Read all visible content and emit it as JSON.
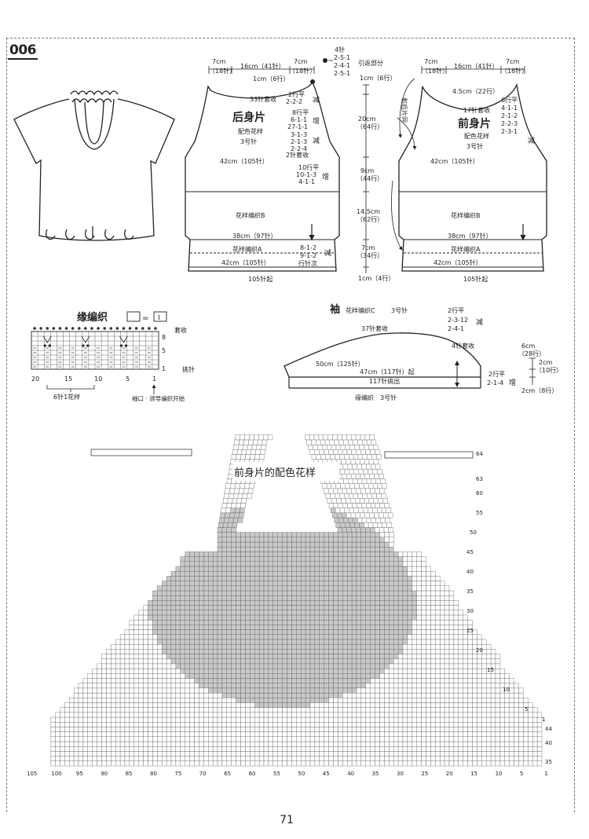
{
  "pattern_no": "006",
  "back": {
    "title": "后身片",
    "pattern": "配色花样",
    "needle": "3号针",
    "w_left": "7cm",
    "w_left_n": "（18针）",
    "w_mid": "16cm（41针）",
    "w_right": "7cm",
    "w_right_n": "（18针）",
    "neck_depth": "1cm（6行）",
    "neck_cast": "33针套收",
    "neck_dec_1": "2行平",
    "neck_dec_2": "2-2-2",
    "neck_dec_mark": "减",
    "inc_1": "8行平",
    "inc_2": "6-1-1",
    "inc_3": "27-1-1",
    "inc_mark": "增",
    "dec_1": "3-1-3",
    "dec_2": "2-1-3",
    "dec_3": "2-2-4",
    "dec_mark": "减",
    "arm_cast": "2针套收",
    "width_42": "42cm（105针）",
    "side_1": "10行平",
    "side_2": "10-1-3",
    "side_3": "4-1-1",
    "side_mark": "增",
    "pattern_b": "花样编织B",
    "width_38": "38cm（97针）",
    "pattern_a": "花样编织A",
    "hem_1": "8-1-2",
    "hem_2": "9-1-2",
    "hem_3": "行针次",
    "hem_mark": "减",
    "width_bottom": "42cm（105针）",
    "cast_on": "105针起"
  },
  "short_rows": {
    "stitches": "4针",
    "r1": "2-5-1",
    "r2": "2-4-1",
    "r3": "2-5-1",
    "label": "引返部分"
  },
  "vertical": {
    "v1": "1cm（6行）",
    "v2": "20cm",
    "v2n": "（64行）",
    "v3": "9cm",
    "v3n": "（44行）",
    "v4": "14.5cm",
    "v4n": "（62行）",
    "v5": "7cm",
    "v5n": "（34行）",
    "v6": "1cm（4行）"
  },
  "join_note": "和后片同",
  "front": {
    "title": "前身片",
    "pattern": "配色花样",
    "needle": "3号针",
    "w_left": "7cm",
    "w_left_n": "（18针）",
    "w_mid": "16cm（41针）",
    "w_right": "7cm",
    "w_right_n": "（18针）",
    "neck_depth": "4.5cm（22行）",
    "neck_cast": "17针套收",
    "nd_1": "6行平",
    "nd_2": "4-1-1",
    "nd_3": "2-1-2",
    "nd_4": "2-2-3",
    "nd_5": "2-3-1",
    "nd_mark": "减",
    "width_42": "42cm（105针）",
    "pattern_b": "花样编织B",
    "width_38": "38cm（97针）",
    "pattern_a": "花样编织A",
    "width_bottom": "42cm（105针）",
    "cast_on": "105针起"
  },
  "edge": {
    "title": "缘编织",
    "legend_eq": "=",
    "legend_sym": "I",
    "bind_off": "套收",
    "pickup": "挑针",
    "rows": [
      "8",
      "5",
      "1"
    ],
    "cols": [
      "20",
      "15",
      "10",
      "5",
      "1"
    ],
    "repeat": "6针1花样",
    "start_note": "袖口 · 领导编织开始"
  },
  "sleeve": {
    "title": "袖",
    "pattern": "花样编织C",
    "needle": "3号针",
    "top": "37针套收",
    "d1": "2行平",
    "d2": "2-3-12",
    "d3": "2-4-1",
    "dmark": "减",
    "cast": "4针套收",
    "w50": "50cm（125针）",
    "w47": "47cm（117针）起",
    "pickup": "117针挑出",
    "edge": "缘编织　3号针",
    "i1": "2行平",
    "i2": "2-1-4",
    "imark": "增",
    "h1": "6cm",
    "h1n": "（28行）",
    "h2": "2cm",
    "h2n": "（10行）",
    "h3": "2cm（8行）"
  },
  "chart": {
    "title": "前身片的配色花样",
    "row_labels": [
      "64",
      "63",
      "60",
      "55",
      "50",
      "45",
      "40",
      "35",
      "30",
      "25",
      "20",
      "15",
      "10",
      "5",
      "1",
      "44",
      "40",
      "35"
    ],
    "col_labels": [
      "105",
      "100",
      "95",
      "90",
      "85",
      "80",
      "75",
      "70",
      "65",
      "60",
      "55",
      "50",
      "45",
      "40",
      "35",
      "30",
      "25",
      "20",
      "15",
      "10",
      "5",
      "1"
    ]
  },
  "page_number": "71"
}
